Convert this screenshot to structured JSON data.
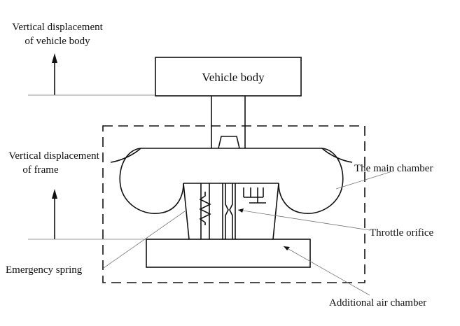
{
  "labels": {
    "body_disp_line1": "Vertical displacement",
    "body_disp_line2": "of vehicle body",
    "vehicle_body": "Vehicle body",
    "frame_disp_line1": "Vertical displacement",
    "frame_disp_line2": "of frame",
    "main_chamber": "The main chamber",
    "throttle_orifice": "Throttle orifice",
    "emergency_spring": "Emergency spring",
    "additional_air_chamber": "Additional air chamber"
  }
}
